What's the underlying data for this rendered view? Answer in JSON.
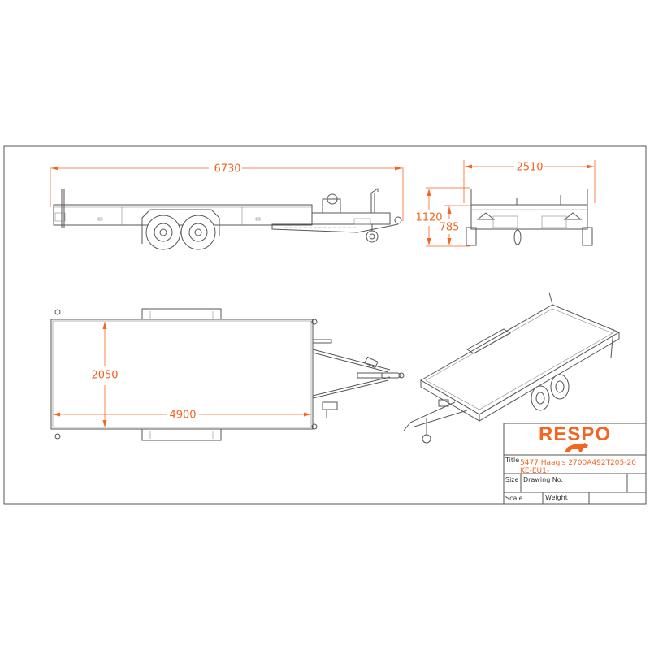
{
  "dimensions": {
    "side_length": "6730",
    "rear_width": "2510",
    "rear_height_total": "1120",
    "rear_height_deck": "785",
    "top_width": "2050",
    "top_length": "4900"
  },
  "title_block": {
    "brand": "RESPO",
    "title_label": "Title",
    "title_value": "5477 Haagis 2700A492T205-20 KE-EU1-",
    "size_label": "Size",
    "drawing_no_label": "Drawing No.",
    "scale_label": "Scale",
    "weight_label": "Weight"
  },
  "colors": {
    "accent": "#f26522",
    "line": "#555555"
  }
}
